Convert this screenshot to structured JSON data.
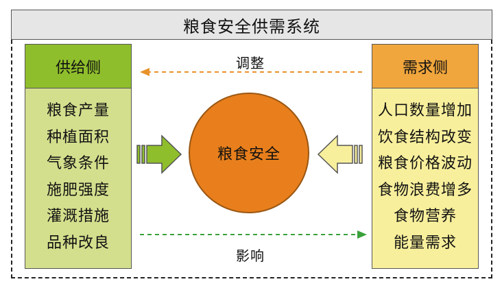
{
  "title": "粮食安全供需系统",
  "supply": {
    "header": "供给侧",
    "items": [
      "粮食产量",
      "种植面积",
      "气象条件",
      "施肥强度",
      "灌溉措施",
      "品种改良"
    ]
  },
  "demand": {
    "header": "需求侧",
    "items": [
      "人口数量增加",
      "饮食结构改变",
      "粮食价格波动",
      "食物浪费增多",
      "食物营养",
      "能量需求"
    ]
  },
  "center": "粮食安全",
  "arrows": {
    "top_label": "调整",
    "bottom_label": "影响"
  },
  "colors": {
    "supply_header": "#8fbe2c",
    "supply_body": "#d4df8d",
    "demand_header": "#f0a63c",
    "demand_body": "#f8ef9c",
    "center": "#e87f1c",
    "adjust_arrow": "#e8922a",
    "influence_arrow": "#3aa13a"
  }
}
